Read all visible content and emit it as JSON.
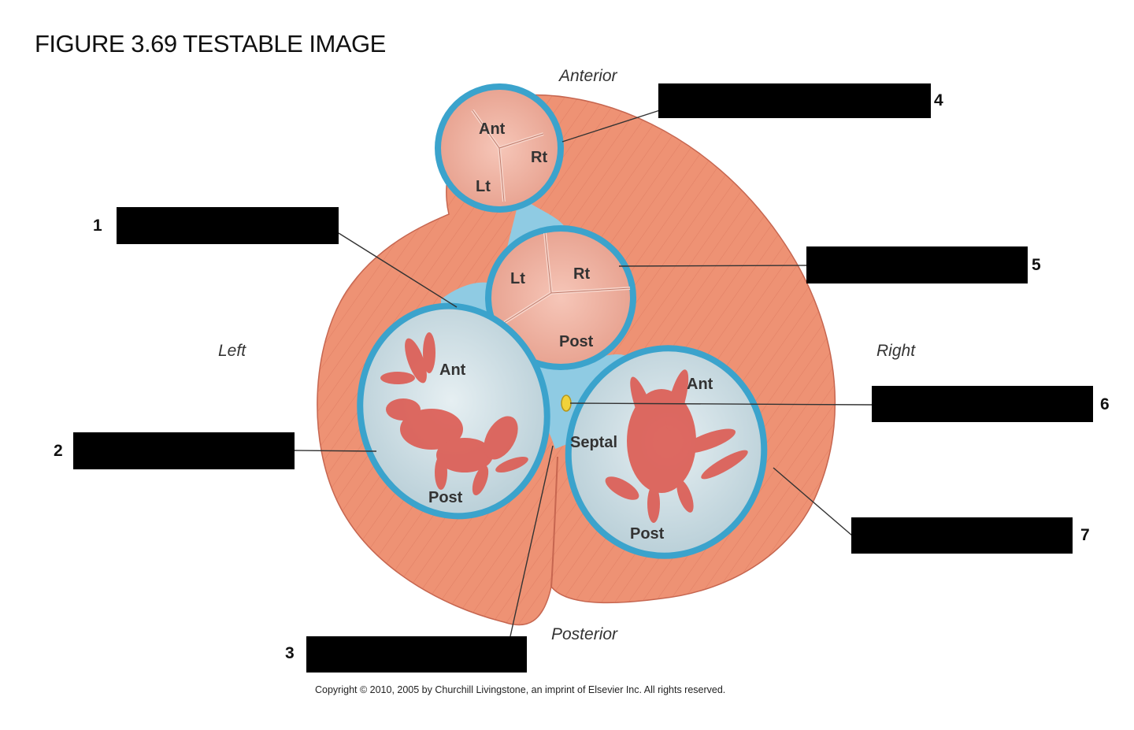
{
  "title": "FIGURE 3.69 TESTABLE IMAGE",
  "orientation": {
    "anterior": "Anterior",
    "posterior": "Posterior",
    "left": "Left",
    "right": "Right"
  },
  "valves": {
    "pulmonary": {
      "cusps": [
        "Ant",
        "Rt",
        "Lt"
      ]
    },
    "aortic": {
      "cusps": [
        "Lt",
        "Rt",
        "Post"
      ]
    },
    "mitral": {
      "cusps": [
        "Ant",
        "Post"
      ]
    },
    "tricuspid": {
      "cusps": [
        "Ant",
        "Septal",
        "Post"
      ]
    }
  },
  "label_numbers": [
    "1",
    "2",
    "3",
    "4",
    "5",
    "6",
    "7"
  ],
  "copyright": "Copyright © 2010, 2005 by Churchill Livingstone, an imprint of Elsevier Inc. All rights reserved.",
  "colors": {
    "muscle": "#ee9274",
    "muscle_dark": "#d9755a",
    "ring": "#3ba3cc",
    "skeleton": "#8fcbe3",
    "valve_lumen": "#c9dce3",
    "semilunar": "#f2b3a3",
    "leaflet_red": "#d9534f",
    "box": "#000000"
  }
}
